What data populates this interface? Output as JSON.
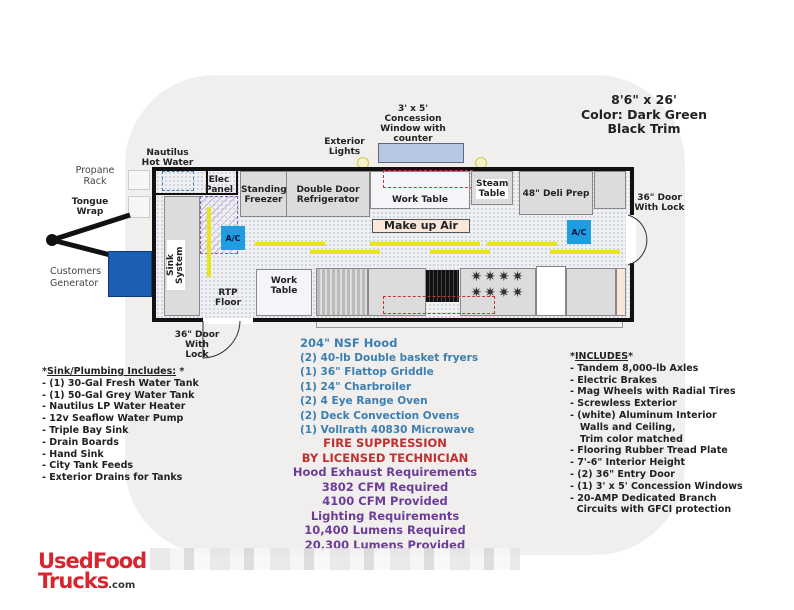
{
  "header": {
    "size": "8'6\" x 26'",
    "color": "Color: Dark Green",
    "trim": "Black Trim"
  },
  "exterior_labels": {
    "concession_window": "3' x 5' Concession Window with counter",
    "exterior_lights": "Exterior Lights",
    "nautilus": "Nautilus Hot Water",
    "propane": "Propane Rack",
    "tongue": "Tongue Wrap",
    "generator": "Customers Generator",
    "door_rear": "36\" Door With Lock",
    "door_side": "36\" Door With Lock"
  },
  "interior_labels": {
    "elec_panel": "Elec Panel",
    "standing_freezer": "Standing Freezer",
    "double_door_fridge": "Double Door Refrigerator",
    "work_table_top": "Work Table",
    "steam_table": "Steam Table",
    "deli_prep": "48\" Deli Prep",
    "make_up_air": "Make up Air",
    "ac": "A/C",
    "sink_system": "Sink System",
    "rtp_floor": "RTP Floor",
    "work_table_bottom": "Work Table"
  },
  "equipment_list": [
    "204\" NSF Hood",
    "(2) 40-lb Double basket fryers",
    "(1) 36\" Flattop Griddle",
    "(1) 24\" Charbroiler",
    "(2) 4 Eye Range Oven",
    "(2) Deck Convection Ovens",
    "(1) Vollrath 40830 Microwave"
  ],
  "fire": [
    "FIRE SUPPRESSION",
    "BY LICENSED TECHNICIAN"
  ],
  "requirements": [
    "Hood Exhaust Requirements",
    "3802 CFM Required",
    "4100 CFM Provided",
    "Lighting Requirements",
    "10,400 Lumens Required",
    "20,300 Lumens Provided"
  ],
  "plumbing": {
    "title": "Sink/Plumbing Includes:",
    "items": [
      "- (1) 30-Gal Fresh Water Tank",
      "- (1) 50-Gal Grey Water Tank",
      "- Nautilus LP Water Heater",
      "- 12v Seaflow Water Pump",
      "- Triple Bay Sink",
      "- Drain Boards",
      "- Hand Sink",
      "- City Tank Feeds",
      "- Exterior Drains for Tanks"
    ]
  },
  "includes": {
    "title": "INCLUDES",
    "items": [
      "- Tandem 8,000-lb Axles",
      "- Electric Brakes",
      "- Mag Wheels with Radial Tires",
      "- Screwless Exterior",
      "- (white) Aluminum Interior",
      "   Walls and Ceiling,",
      "   Trim color matched",
      "- Flooring Rubber Tread Plate",
      "- 7'-6\" Interior Height",
      "- (2) 36\" Entry Door",
      "- (1) 3' x 5' Concession Windows",
      "- 20-AMP Dedicated Branch",
      "  Circuits with GFCI protection"
    ]
  },
  "logo": {
    "line1": "UsedFood",
    "line2": "Trucks",
    "suffix": ".com"
  },
  "colors": {
    "logo_red": "#d8262e",
    "equipment_blue": "#3a7fb0",
    "fire_red": "#c0302f",
    "req_purple": "#6c3d98",
    "ac_blue": "#1e9ee0",
    "generator_blue": "#1a5fb4"
  }
}
